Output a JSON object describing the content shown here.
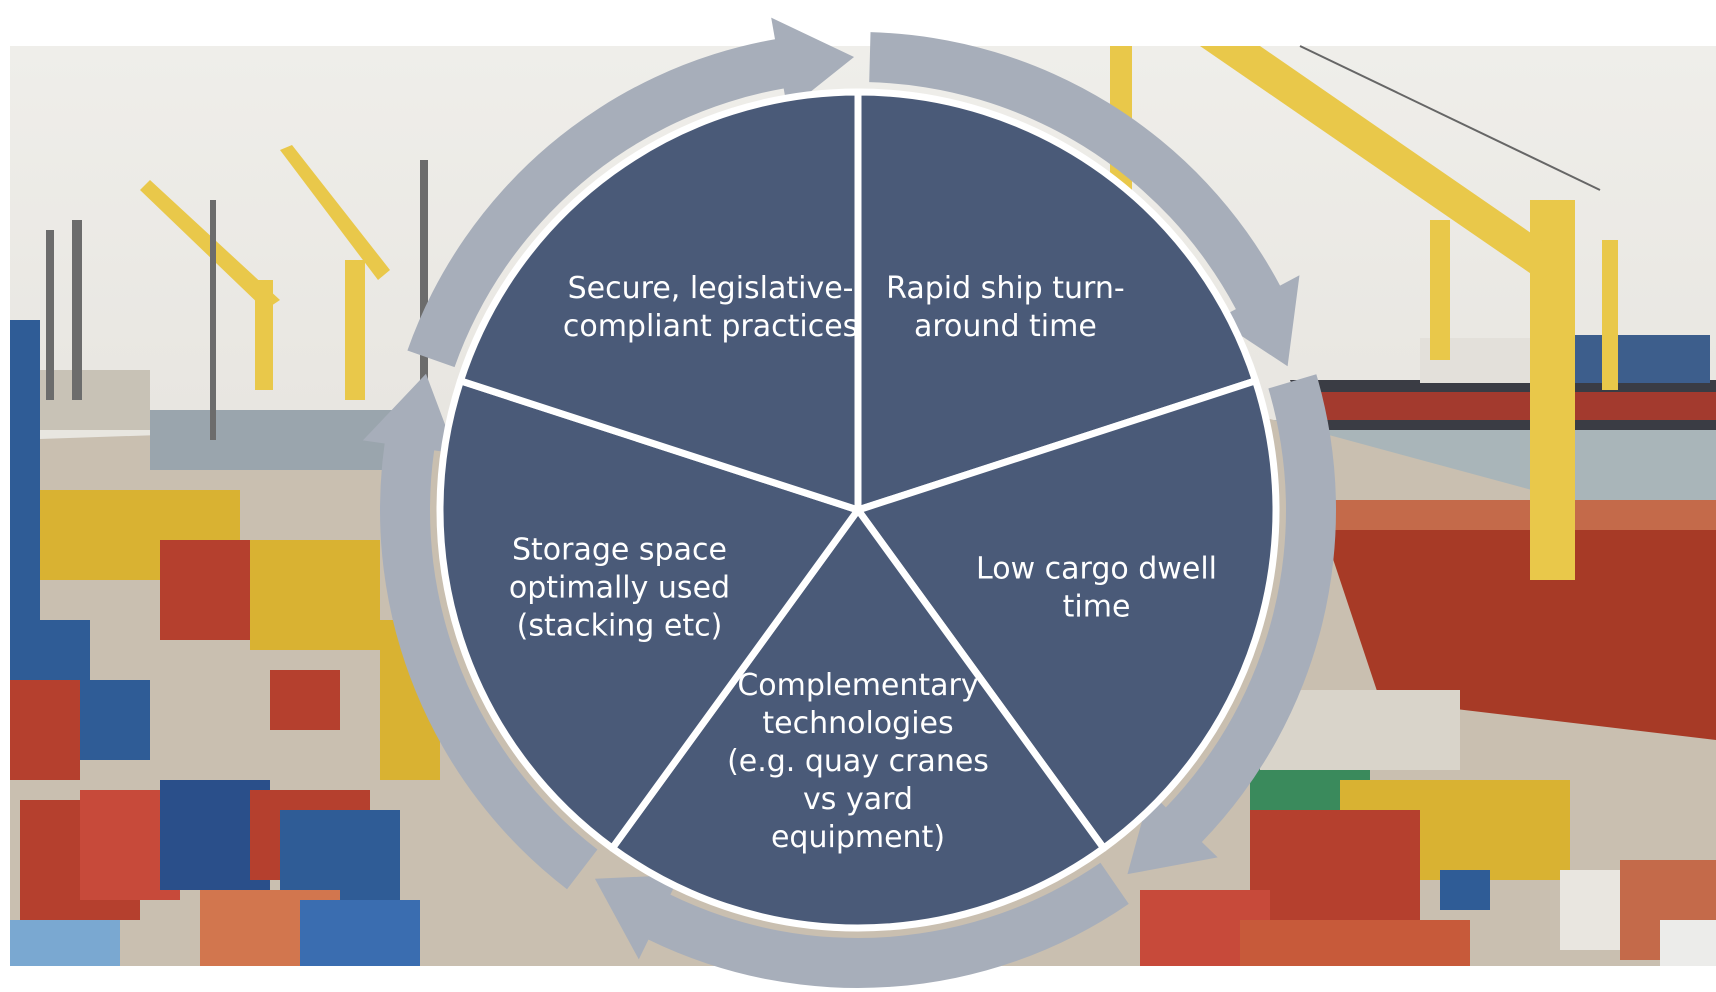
{
  "diagram": {
    "type": "cycle",
    "segments": [
      {
        "id": "rapid-turnaround",
        "lines": [
          "Rapid ship turn-",
          "around time"
        ]
      },
      {
        "id": "low-dwell",
        "lines": [
          "Low cargo dwell",
          "time"
        ]
      },
      {
        "id": "complementary-tech",
        "lines": [
          "Complementary",
          "technologies",
          "(e.g. quay cranes",
          "vs yard",
          "equipment)"
        ]
      },
      {
        "id": "storage-space",
        "lines": [
          "Storage space",
          "optimally used",
          "(stacking etc)"
        ]
      },
      {
        "id": "secure-practices",
        "lines": [
          "Secure, legislative-",
          "compliant practices"
        ]
      }
    ]
  },
  "colors": {
    "segment_fill": "#4a5a78",
    "arrow_fill": "#a7aeba",
    "separator": "#ffffff",
    "sky": "#e9e6e1",
    "water": "#a9b5b9",
    "crane_yellow": "#e9c84a",
    "container_red": "#b5402e",
    "container_blue": "#2f5c96",
    "container_yellow": "#d9b232",
    "ship_hull": "#a73a26"
  },
  "background": {
    "description_icon": "container-port-photo"
  }
}
